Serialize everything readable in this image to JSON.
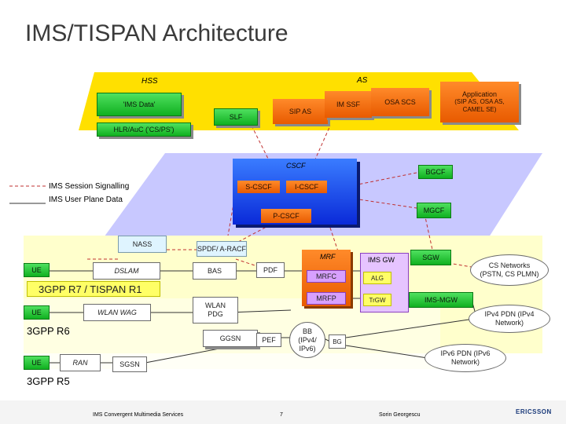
{
  "title": "IMS/TISPAN Architecture",
  "layers": {
    "hss": "HSS",
    "as": "AS",
    "cscf": "CSCF"
  },
  "nodes": {
    "ims_data": "'IMS Data'",
    "slf": "SLF",
    "sip_as": "SIP AS",
    "im_ssf": "IM SSF",
    "osa_scs": "OSA SCS",
    "application_title": "Application",
    "application_detail": "(SIP AS, OSA AS, CAMEL SE)",
    "hlr_auc": "HLR/AuC ('CS/PS')",
    "bgcf": "BGCF",
    "s_cscf": "S-CSCF",
    "i_cscf": "I-CSCF",
    "mgcf": "MGCF",
    "p_cscf": "P-CSCF",
    "nass": "NASS",
    "spdf": "SPDF/ A-RACF",
    "ue1": "UE",
    "dslam": "DSLAM",
    "bas": "BAS",
    "pdf": "PDF",
    "mrf": "MRF",
    "mrfc": "MRFC",
    "mrfp": "MRFP",
    "ims_gw": "IMS GW",
    "alg": "ALG",
    "trgw": "TrGW",
    "sgw": "SGW",
    "cs_networks": "CS Networks (PSTN, CS PLMN)",
    "ims_mgw": "IMS-MGW",
    "ue2": "UE",
    "wlan_wag": "WLAN WAG",
    "wlan_pdg": "WLAN PDG",
    "ggsn": "GGSN",
    "pef": "PEF",
    "bb": "BB (IPv4/ IPv6)",
    "bg": "BG",
    "ipv4_pdn": "IPv4 PDN (IPv4 Network)",
    "ipv6_pdn": "IPv6 PDN (IPv6 Network)",
    "ue3": "UE",
    "ran": "RAN",
    "sgsn": "SGSN"
  },
  "legend": {
    "signalling": "IMS Session Signalling",
    "user_plane": "IMS User Plane Data"
  },
  "releases": {
    "r7": "3GPP R7 / TISPAN R1",
    "r6": "3GPP R6",
    "r5": "3GPP R5"
  },
  "footer": {
    "left": "IMS Convergent Multimedia Services",
    "page": "7",
    "author": "Sorin Georgescu",
    "logo": "ERICSSON"
  },
  "colors": {
    "hss_layer": "#ffe000",
    "cscf_layer": "#c8c8ff",
    "r7_band": "#ffffcc",
    "green": "#22c030",
    "orange": "#f06a00",
    "blue": "#1040e0",
    "signalling_line": "#c03030"
  }
}
